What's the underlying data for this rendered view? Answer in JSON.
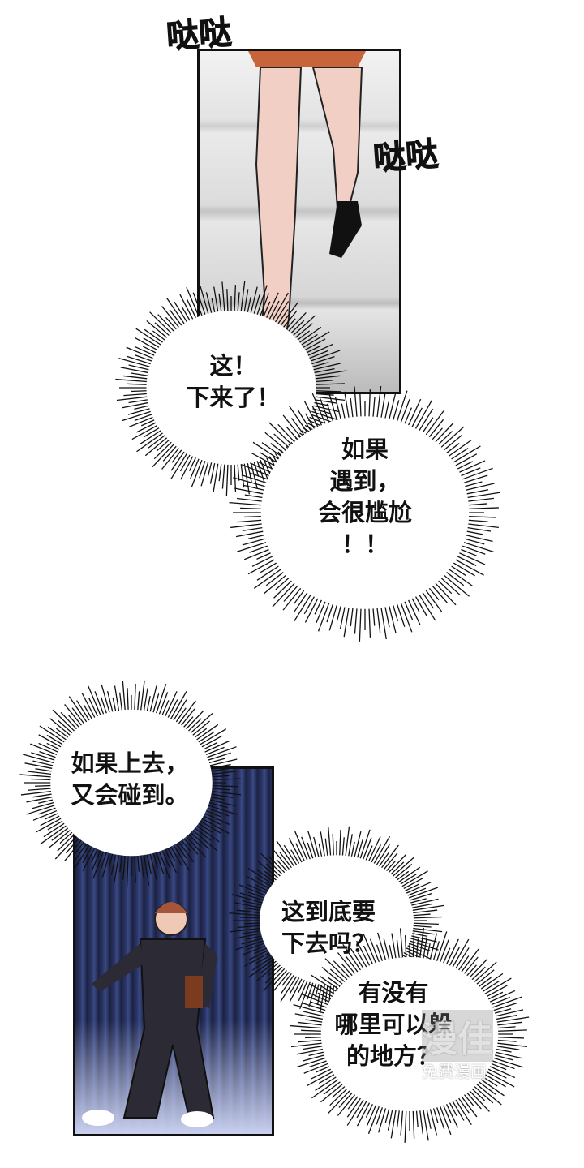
{
  "sfx": [
    "哒哒",
    "哒哒"
  ],
  "bubbles": [
    {
      "text": "这！\n下来了！"
    },
    {
      "text": "如果\n遇到，\n会很尴尬\n！！"
    },
    {
      "text": "如果上去，\n又会碰到。"
    },
    {
      "text": "这到底要\n下去吗？"
    },
    {
      "text": "有没有\n哪里可以躲\n的地方？"
    }
  ],
  "watermark": {
    "logo": "漫佳",
    "caption": "免费漫画"
  }
}
